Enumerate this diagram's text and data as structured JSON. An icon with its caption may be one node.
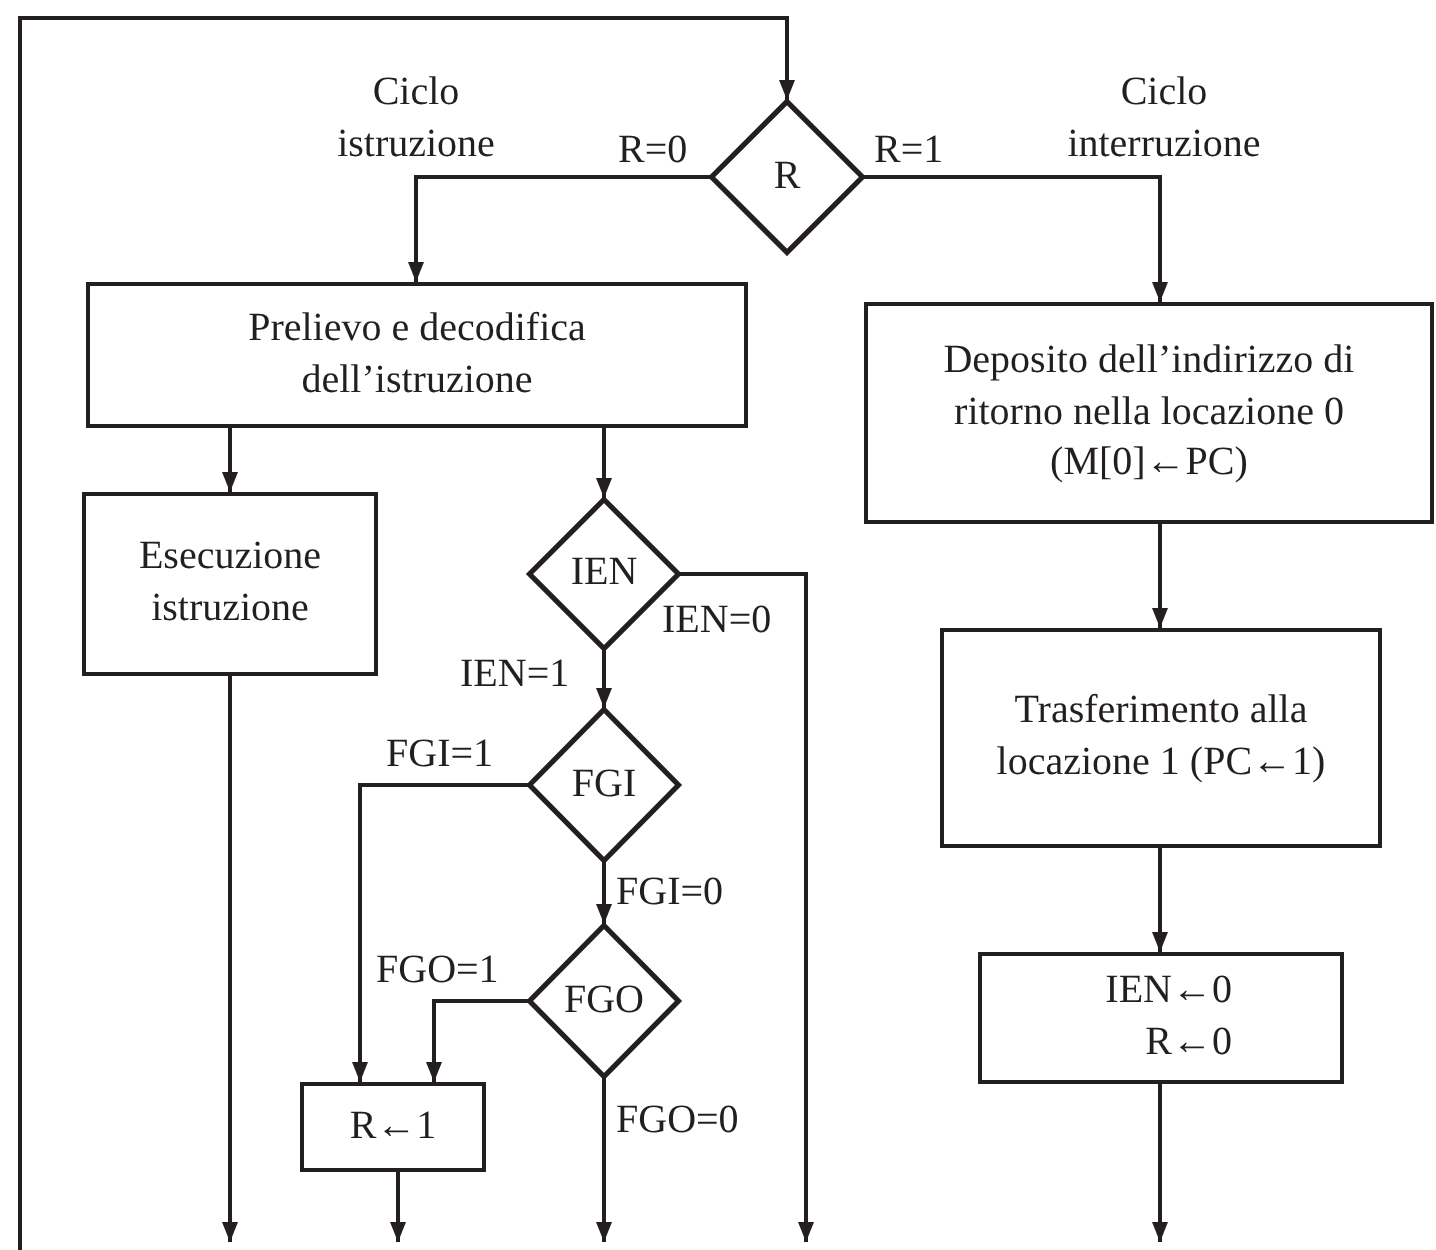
{
  "diagram": {
    "nodes": [
      {
        "text": [
          "R"
        ]
      },
      {
        "text": [
          "Prelievo e decodifica dell’istruzione"
        ]
      },
      {
        "text": [
          "Esecuzione istruzione"
        ]
      },
      {
        "text": [
          "IEN"
        ]
      },
      {
        "text": [
          "FGI"
        ]
      },
      {
        "text": [
          "FGO"
        ]
      },
      {
        "text": [
          "R←1"
        ]
      },
      {
        "text": [
          "Deposito dell’indirizzo di ritorno nella locazione 0 (M[0]←PC)"
        ]
      },
      {
        "text": [
          "Trasferimento alla locazione 1 (PC←1)"
        ]
      },
      {
        "text": [
          "IEN←0",
          "R←0"
        ]
      }
    ],
    "edges": [
      {
        "from": null,
        "to": 0,
        "arrow": "to"
      },
      {
        "from": 0,
        "to": 1,
        "arrow": "to",
        "label": "R=0"
      },
      {
        "from": 0,
        "to": 7,
        "arrow": "to",
        "label": "R=1"
      },
      {
        "from": 1,
        "to": 2,
        "arrow": "to"
      },
      {
        "from": 1,
        "to": 3,
        "arrow": "to"
      },
      {
        "from": 3,
        "to": 4,
        "arrow": "to",
        "label": "IEN=1"
      },
      {
        "from": 3,
        "to": null,
        "arrow": "to",
        "label": "IEN=0"
      },
      {
        "from": 4,
        "to": 6,
        "arrow": "to",
        "label": "FGI=1"
      },
      {
        "from": 4,
        "to": 5,
        "arrow": "to",
        "label": "FGI=0"
      },
      {
        "from": 5,
        "to": 6,
        "arrow": "to",
        "label": "FGO=1"
      },
      {
        "from": 5,
        "to": null,
        "arrow": "to",
        "label": "FGO=0"
      },
      {
        "from": 2,
        "to": null,
        "arrow": "to"
      },
      {
        "from": 6,
        "to": null,
        "arrow": "to"
      },
      {
        "from": 7,
        "to": 8,
        "arrow": "to"
      },
      {
        "from": 8,
        "to": 9,
        "arrow": "to"
      },
      {
        "from": 9,
        "to": null,
        "arrow": "to"
      }
    ],
    "labels": [
      "Ciclo istruzione",
      "Ciclo interruzione"
    ]
  }
}
